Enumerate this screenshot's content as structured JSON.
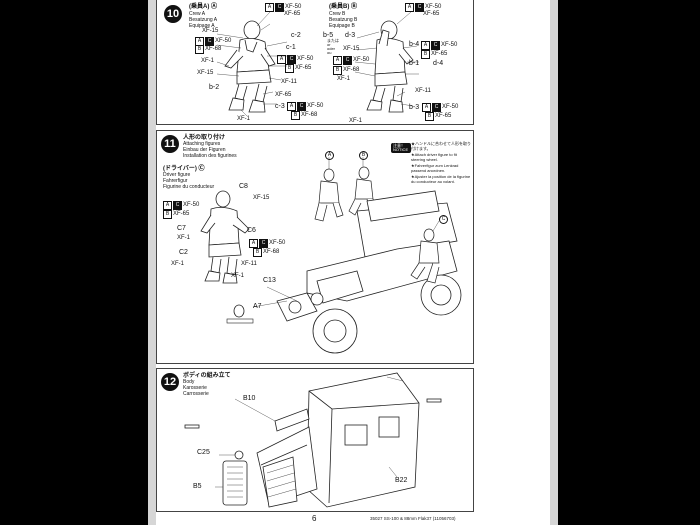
{
  "step10": {
    "number": "10",
    "crew_a": {
      "jp": "(乗員A) Ⓐ",
      "en": "Crew A",
      "de": "Besatzung A",
      "fr": "Equipage A"
    },
    "crew_b": {
      "jp": "(乗員B) Ⓑ",
      "en": "Crew B",
      "de": "Besatzung B",
      "fr": "Equipage B"
    },
    "labels_a": [
      "XF-50",
      "XF-65",
      "XF-15",
      "XF-50",
      "XF-68",
      "c-2",
      "c-1",
      "XF-50",
      "XF-65",
      "XF-1",
      "XF-15",
      "XF-11",
      "b-2",
      "XF-65",
      "c-3",
      "XF-50",
      "XF-68",
      "XF-1"
    ],
    "labels_b": [
      "XF-50",
      "XF-65",
      "b-5",
      "d-3",
      "b-4",
      "XF-50",
      "XF-65",
      "XF-15",
      "XF-50",
      "XF-68",
      "b-1",
      "d-4",
      "XF-1",
      "XF-11",
      "b-3",
      "XF-50",
      "XF-65",
      "XF-1"
    ],
    "or": "or",
    "oder": "oder",
    "ou": "ou",
    "or_jp": "または"
  },
  "step11": {
    "number": "11",
    "heading_jp": "人形の取り付け",
    "heading_en": "Attaching figures",
    "heading_de": "Einbau der Figuren",
    "heading_fr": "Installation des figurines",
    "driver_jp": "(ドライバー) Ⓒ",
    "driver_en": "Driver figure",
    "driver_de": "Fahrerfigur",
    "driver_fr": "Figurine du conducteur",
    "note_badge": "注意！ NOTICE",
    "note_jp": "★ハンドルに合わせて人形を取り付けます。",
    "note_en": "★Attach driver figure to fit steering wheel.",
    "note_de": "★Fahrerfigur zum Lenkrad passend anordnen.",
    "note_fr": "★Ajuster la position de la figurine du conducteur au volant.",
    "parts": [
      "C8",
      "C6",
      "C7",
      "C2",
      "C13",
      "A7",
      "A",
      "B",
      "C"
    ],
    "paint": [
      "XF-50",
      "XF-65",
      "XF-15",
      "XF-1",
      "XF-50",
      "XF-68",
      "XF-11",
      "XF-1"
    ]
  },
  "step12": {
    "number": "12",
    "heading_jp": "ボディの組み立て",
    "heading_en": "Body",
    "heading_de": "Karosserie",
    "heading_fr": "Carrosserie",
    "parts": [
      "B10",
      "C25",
      "B5",
      "B22"
    ]
  },
  "footer": {
    "page_number": "6",
    "code": "35027  SS-100 & 88mm Flak37 (11056703)"
  }
}
